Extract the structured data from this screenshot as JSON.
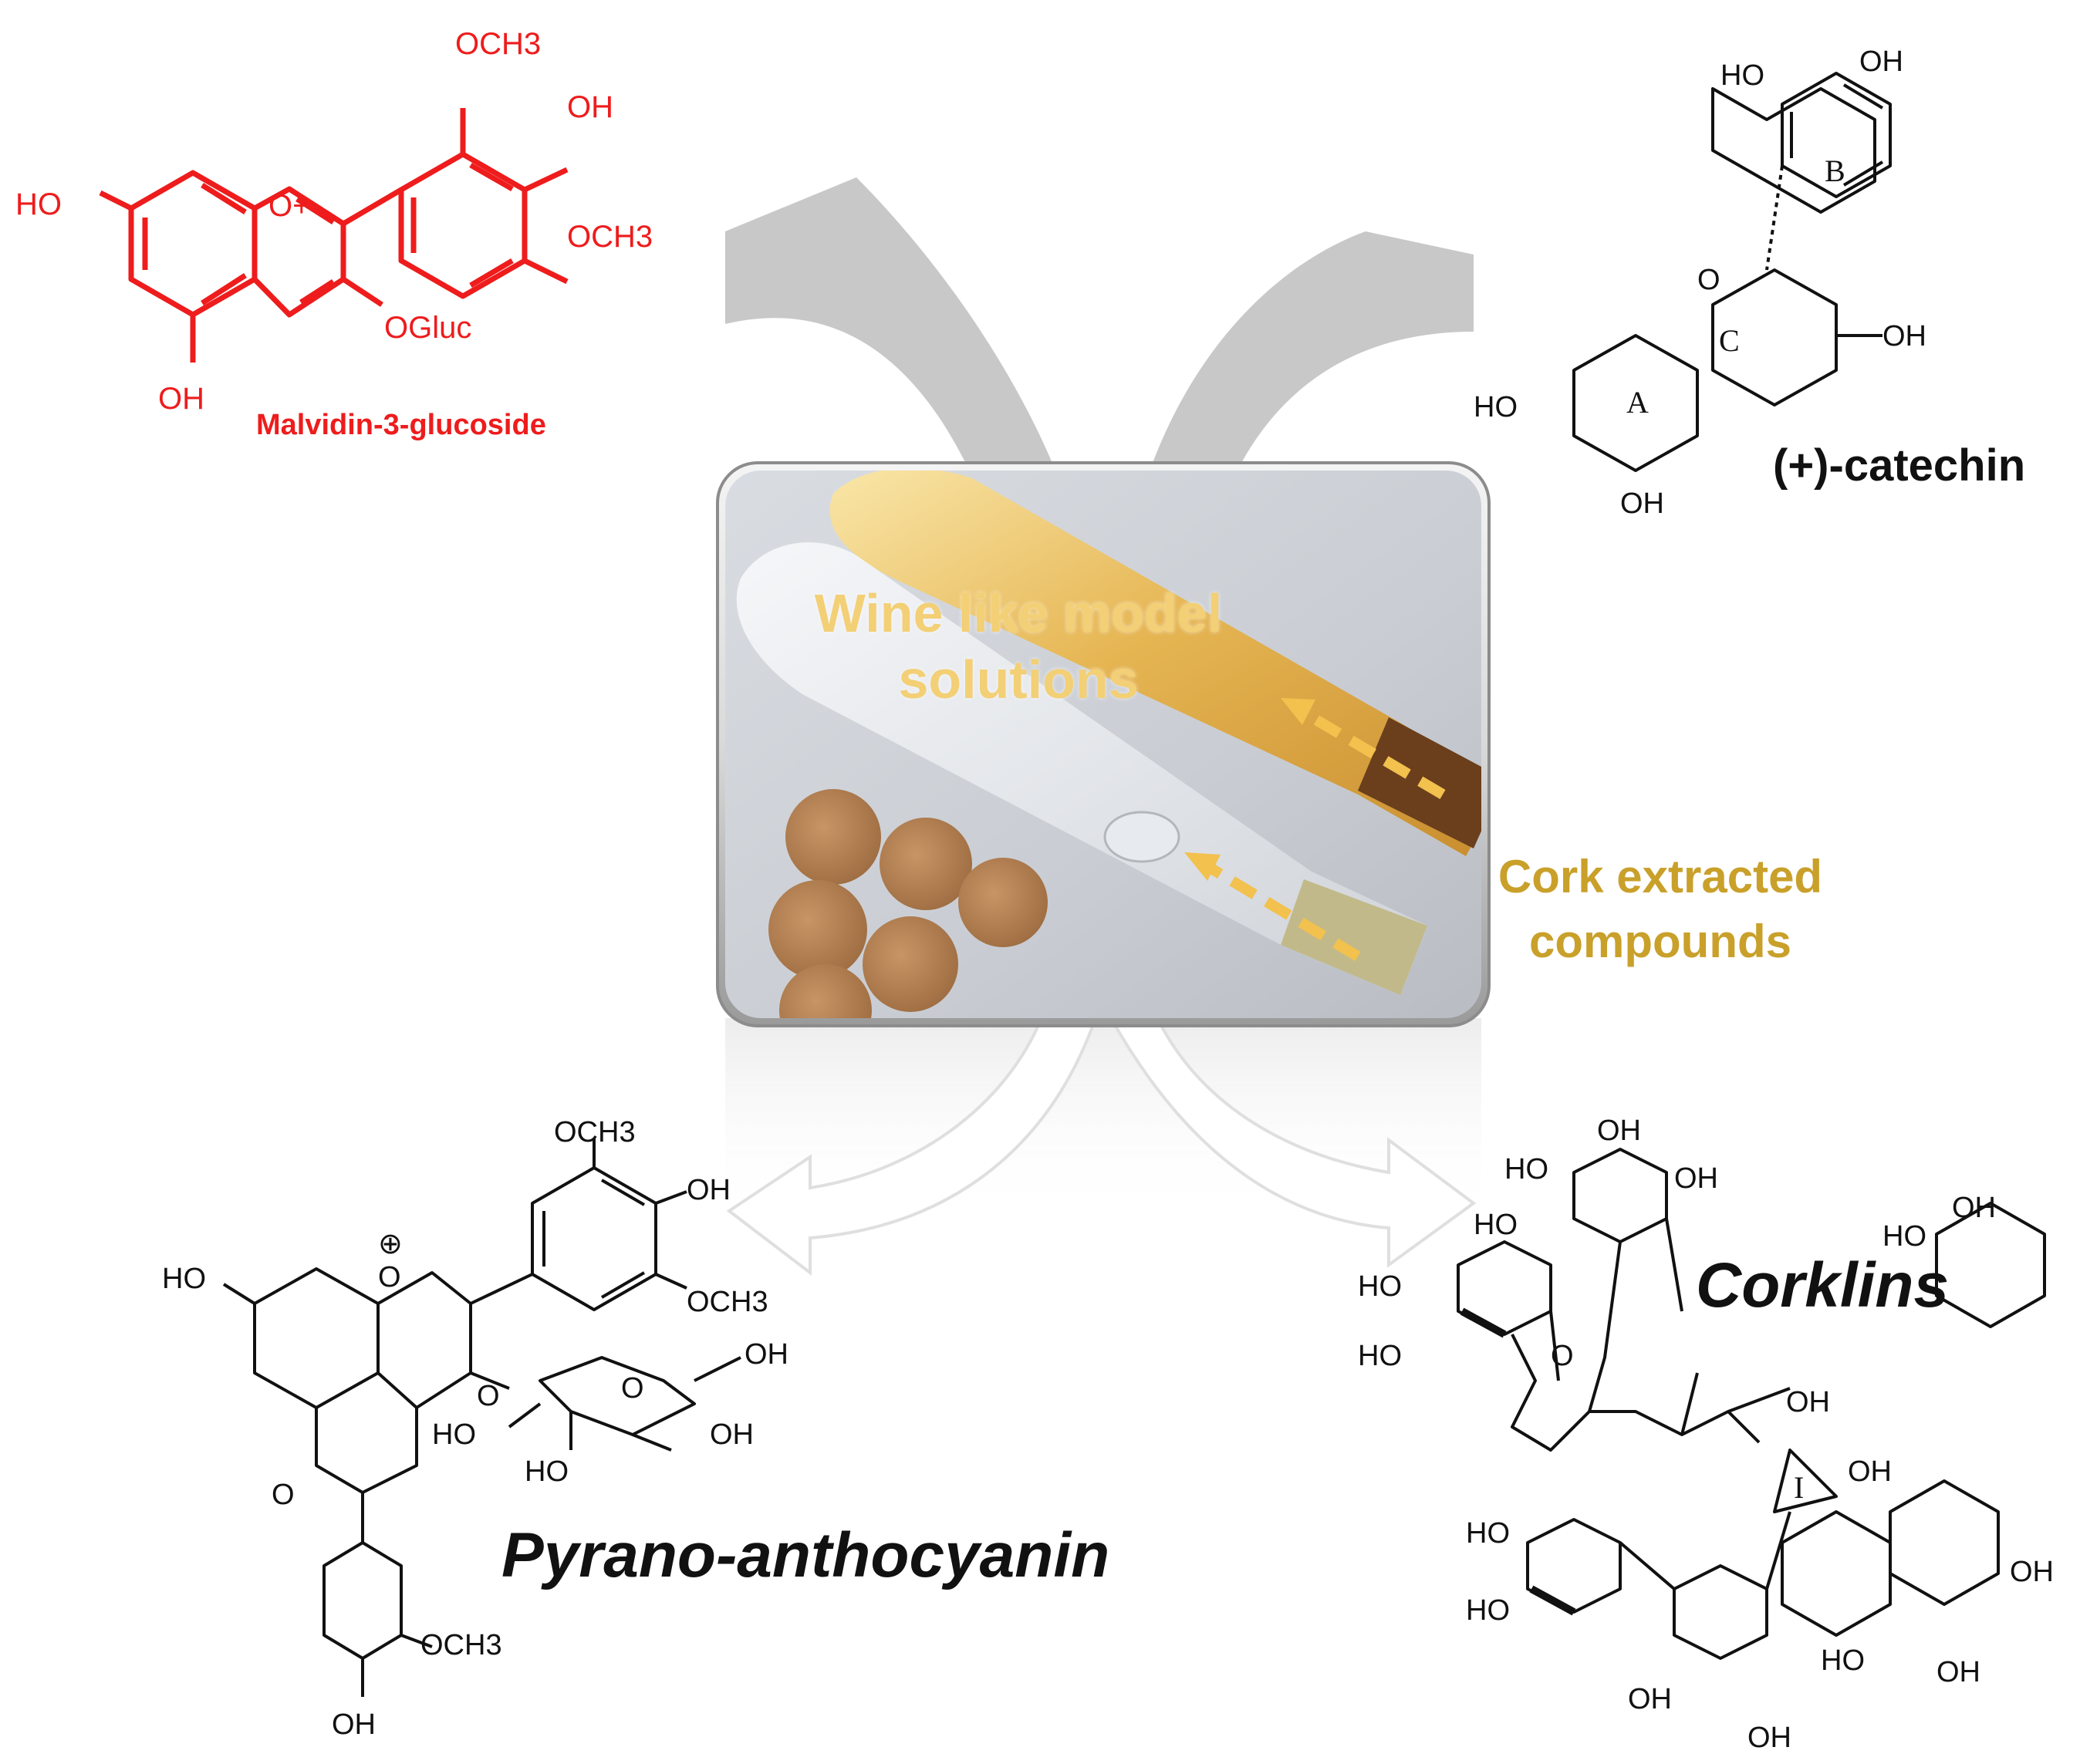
{
  "colors": {
    "malvidin": "#ee1c1c",
    "cork_label": "#c9a02a",
    "center_title": "#f3cf75",
    "arrow": "#c8c8c8",
    "dashed_arrow": "#f2c14e"
  },
  "molecules": {
    "malvidin": {
      "name": "Malvidin-3-glucoside",
      "atoms": {
        "och3_top": "OCH3",
        "oh_right": "OH",
        "och3_right": "OCH3",
        "ho_left": "HO",
        "o_plus": "O+",
        "ogluc": "OGluc",
        "oh_bottom": "OH"
      }
    },
    "catechin": {
      "name": "(+)-catechin",
      "ring_labels": [
        "A",
        "B",
        "C"
      ],
      "atoms": {
        "ho_top": "HO",
        "oh_top": "OH",
        "o_ring": "O",
        "oh_c3": "OH",
        "ho_left": "HO",
        "oh_bottom": "OH"
      }
    },
    "pyrano": {
      "name": "Pyrano-anthocyanin",
      "atoms": {
        "och3_top": "OCH3",
        "oh_top": "OH",
        "och3_right": "OCH3",
        "ho_left": "HO",
        "o_plus": "O",
        "charge": "⊕",
        "o_link": "O",
        "o_sugar": "O",
        "oh_sugar_1": "OH",
        "ho_sugar": "HO",
        "oh_sugar_2": "OH",
        "ho_sugar_2": "HO",
        "o_pyran": "O",
        "och3_bottom": "OCH3",
        "oh_bottom": "OH"
      }
    },
    "corklins": {
      "name": "Corklins",
      "ring_label": "I",
      "oh_label": "OH",
      "ho_label": "HO",
      "o_label": "O"
    }
  },
  "center": {
    "title": "Wine like model solutions"
  },
  "cork_label": "Cork extracted compounds"
}
